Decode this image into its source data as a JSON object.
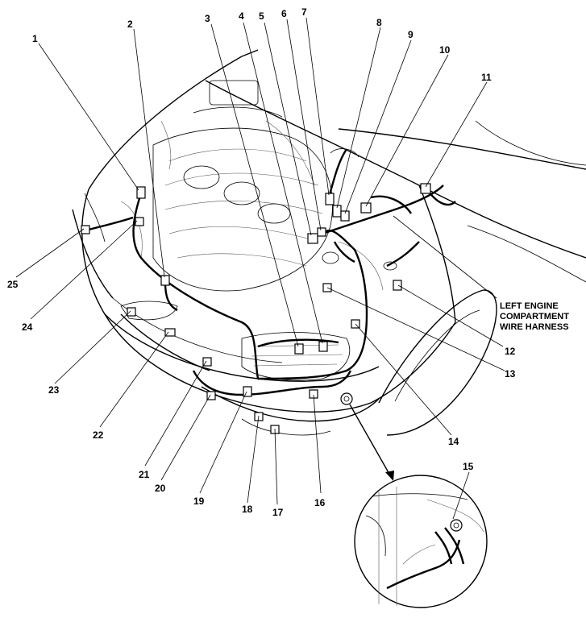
{
  "callouts": [
    {
      "id": "1",
      "label": "1"
    },
    {
      "id": "2",
      "label": "2"
    },
    {
      "id": "3",
      "label": "3"
    },
    {
      "id": "4",
      "label": "4"
    },
    {
      "id": "5",
      "label": "5"
    },
    {
      "id": "6",
      "label": "6"
    },
    {
      "id": "7",
      "label": "7"
    },
    {
      "id": "8",
      "label": "8"
    },
    {
      "id": "9",
      "label": "9"
    },
    {
      "id": "10",
      "label": "10"
    },
    {
      "id": "11",
      "label": "11"
    },
    {
      "id": "12",
      "label": "12"
    },
    {
      "id": "13",
      "label": "13"
    },
    {
      "id": "14",
      "label": "14"
    },
    {
      "id": "15",
      "label": "15"
    },
    {
      "id": "16",
      "label": "16"
    },
    {
      "id": "17",
      "label": "17"
    },
    {
      "id": "18",
      "label": "18"
    },
    {
      "id": "19",
      "label": "19"
    },
    {
      "id": "20",
      "label": "20"
    },
    {
      "id": "21",
      "label": "21"
    },
    {
      "id": "22",
      "label": "22"
    },
    {
      "id": "23",
      "label": "23"
    },
    {
      "id": "24",
      "label": "24"
    },
    {
      "id": "25",
      "label": "25"
    }
  ],
  "harness_label": {
    "line1": "LEFT ENGINE",
    "line2": "COMPARTMENT",
    "line3": "WIRE HARNESS"
  }
}
